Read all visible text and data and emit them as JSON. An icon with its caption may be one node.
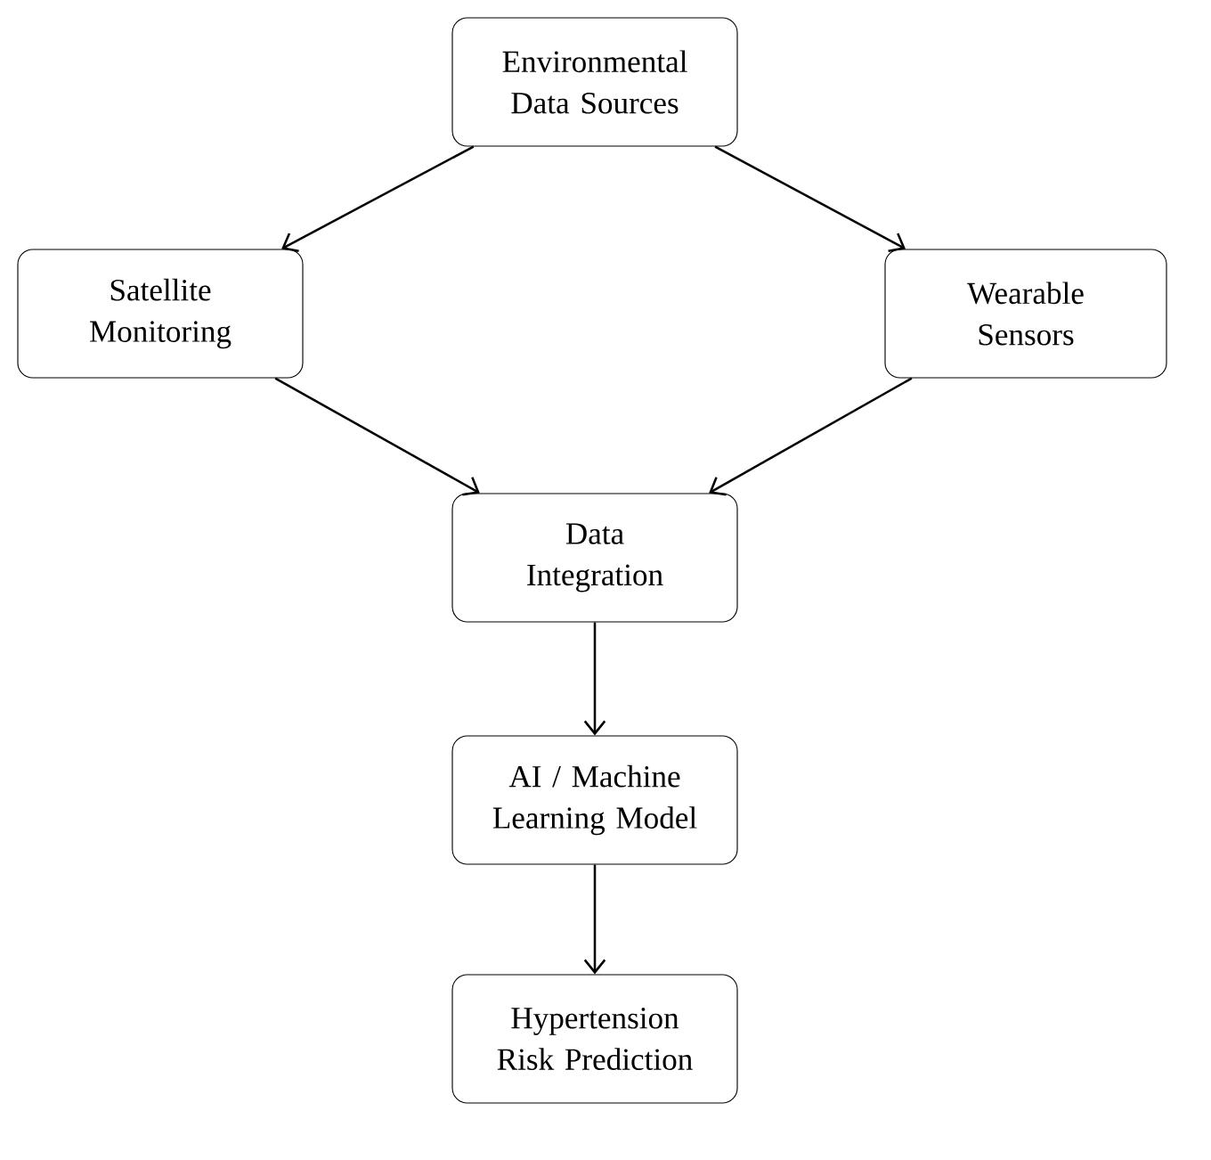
{
  "diagram": {
    "nodes": [
      {
        "text": [
          "Environmental Data Sources"
        ]
      },
      {
        "text": [
          "Satellite Monitoring"
        ]
      },
      {
        "text": [
          "Wearable Sensors"
        ]
      },
      {
        "text": [
          "Data Integration"
        ]
      },
      {
        "text": [
          "AI / Machine Learning Model"
        ]
      },
      {
        "text": [
          "Hypertension Risk Prediction"
        ]
      }
    ],
    "edges": [
      {
        "from": 0,
        "to": 1,
        "arrow": "to"
      },
      {
        "from": 0,
        "to": 2,
        "arrow": "to"
      },
      {
        "from": 1,
        "to": 3,
        "arrow": "to"
      },
      {
        "from": 2,
        "to": 3,
        "arrow": "to"
      },
      {
        "from": 3,
        "to": 4,
        "arrow": "to"
      },
      {
        "from": 4,
        "to": 5,
        "arrow": "to"
      }
    ]
  }
}
